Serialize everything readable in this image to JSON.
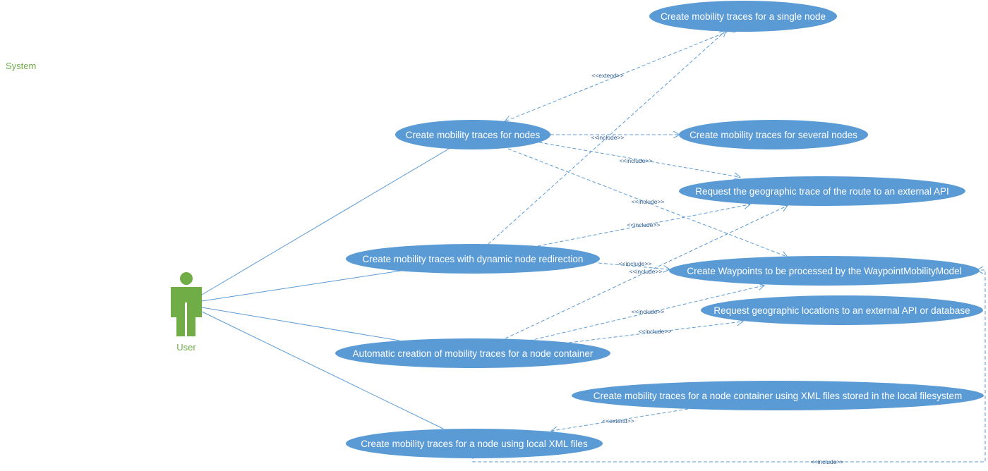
{
  "system_label": "System",
  "actor": {
    "name": "User"
  },
  "use_cases": [
    {
      "id": "single",
      "label": "Create mobility traces for a single node"
    },
    {
      "id": "nodes",
      "label": "Create mobility traces for nodes"
    },
    {
      "id": "several",
      "label": "Create mobility traces for several nodes"
    },
    {
      "id": "geotrace",
      "label": "Request the geographic trace of the route to an external API"
    },
    {
      "id": "dynamic",
      "label": "Create mobility traces with dynamic node redirection"
    },
    {
      "id": "waypoints",
      "label": "Create Waypoints to be processed by the WaypointMobilityModel"
    },
    {
      "id": "geoloc",
      "label": "Request geographic locations to an external API or database"
    },
    {
      "id": "auto",
      "label": "Automatic creation of mobility traces for a node container"
    },
    {
      "id": "xmlcontainer",
      "label": "Create mobility traces for a node container using XML files stored in the local filesystem"
    },
    {
      "id": "xmlnode",
      "label": "Create mobility traces for a node using local XML files"
    }
  ],
  "relationships": [
    {
      "from": "nodes",
      "to": "single",
      "label": "<<extend>>"
    },
    {
      "from": "nodes",
      "to": "several",
      "label": "<<include>>"
    },
    {
      "from": "nodes",
      "to": "geotrace",
      "label": "<<include>>"
    },
    {
      "from": "nodes",
      "to": "waypoints",
      "label": "<<include>>"
    },
    {
      "from": "dynamic",
      "to": "geotrace",
      "label": "<<include>>"
    },
    {
      "from": "dynamic",
      "to": "waypoints",
      "label": "<<include>>"
    },
    {
      "from": "auto",
      "to": "geotrace",
      "label": "<<include>>"
    },
    {
      "from": "auto",
      "to": "waypoints",
      "label": "<<include>>"
    },
    {
      "from": "auto",
      "to": "geoloc",
      "label": "<<include>>"
    },
    {
      "from": "xmlcontainer",
      "to": "xmlnode",
      "label": "<<extend>>"
    },
    {
      "from": "xmlnode",
      "to": "waypoints",
      "label": "<<include>>"
    }
  ],
  "colors": {
    "use_case_fill": "#5B9BD5",
    "use_case_text": "#FFFFFF",
    "line": "#5B9BD5",
    "actor": "#70AD47",
    "system_label": "#70AD47"
  }
}
